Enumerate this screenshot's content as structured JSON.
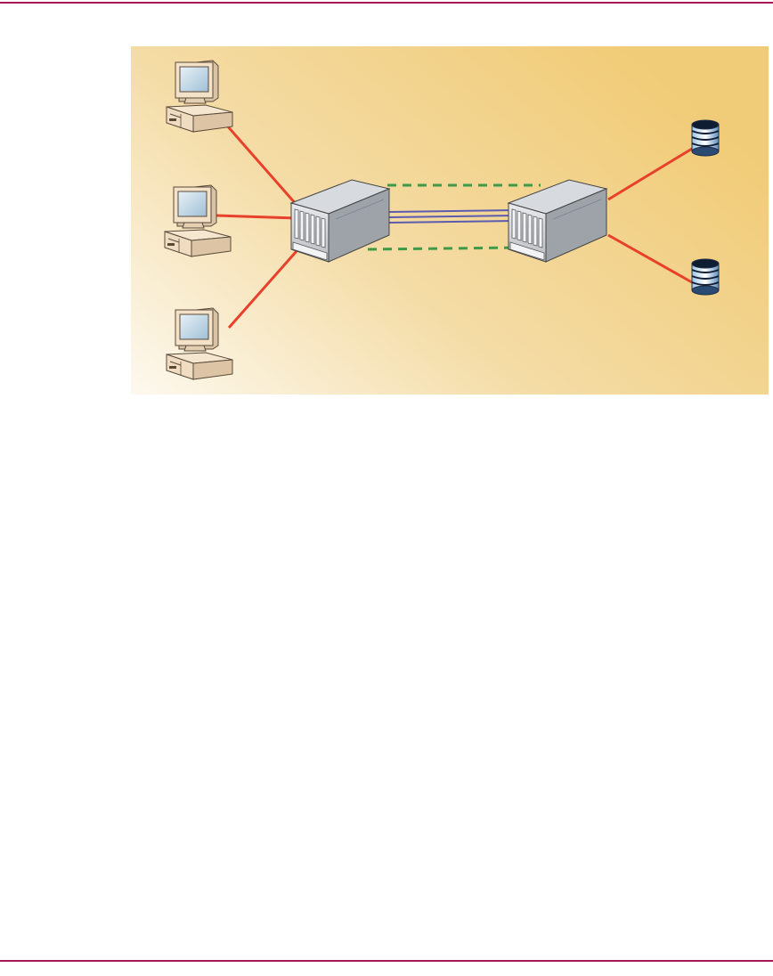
{
  "page": {
    "rule_color": "#a8195a"
  },
  "diagram": {
    "background": {
      "color_light": "#fdf9ef",
      "color_mid": "#f4dca6",
      "color_strong": "#f1cc78"
    },
    "nodes": {
      "workstations": [
        {
          "name": "workstation-1",
          "icon": "desktop-computer-icon"
        },
        {
          "name": "workstation-2",
          "icon": "desktop-computer-icon"
        },
        {
          "name": "workstation-3",
          "icon": "desktop-computer-icon"
        }
      ],
      "switches": [
        {
          "name": "switch-left",
          "icon": "chassis-switch-icon"
        },
        {
          "name": "switch-right",
          "icon": "chassis-switch-icon"
        }
      ],
      "storage": [
        {
          "name": "storage-1",
          "icon": "disk-array-icon"
        },
        {
          "name": "storage-2",
          "icon": "disk-array-icon"
        }
      ]
    },
    "links": {
      "host_links_color": "#e8412b",
      "isl_solid_color": "#5b5bb0",
      "isl_dashed_color": "#3f9a48",
      "isl_solid_count": 3,
      "isl_dashed_count": 2
    }
  }
}
